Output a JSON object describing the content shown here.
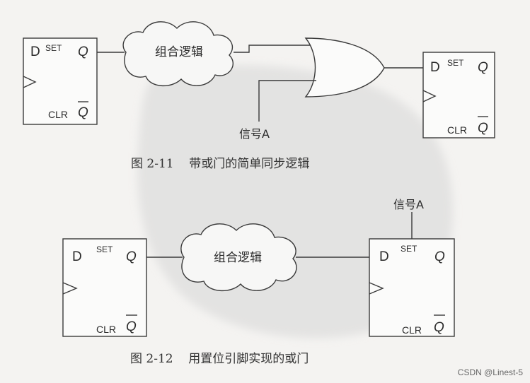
{
  "figures": [
    {
      "caption": "图 2-11    带或门的简单同步逻辑",
      "ff_left": {
        "d": "D",
        "set": "SET",
        "q": "Q",
        "clr": "CLR",
        "qbar": "Q"
      },
      "cloud": "组合逻辑",
      "signal": "信号A",
      "ff_right": {
        "d": "D",
        "set": "SET",
        "q": "Q",
        "clr": "CLR",
        "qbar": "Q"
      }
    },
    {
      "caption": "图 2-12    用置位引脚实现的或门",
      "ff_left": {
        "d": "D",
        "set": "SET",
        "q": "Q",
        "clr": "CLR",
        "qbar": "Q"
      },
      "cloud": "组合逻辑",
      "signal": "信号A",
      "ff_right": {
        "d": "D",
        "set": "SET",
        "q": "Q",
        "clr": "CLR",
        "qbar": "Q"
      }
    }
  ],
  "watermark": "CSDN @Linest-5"
}
